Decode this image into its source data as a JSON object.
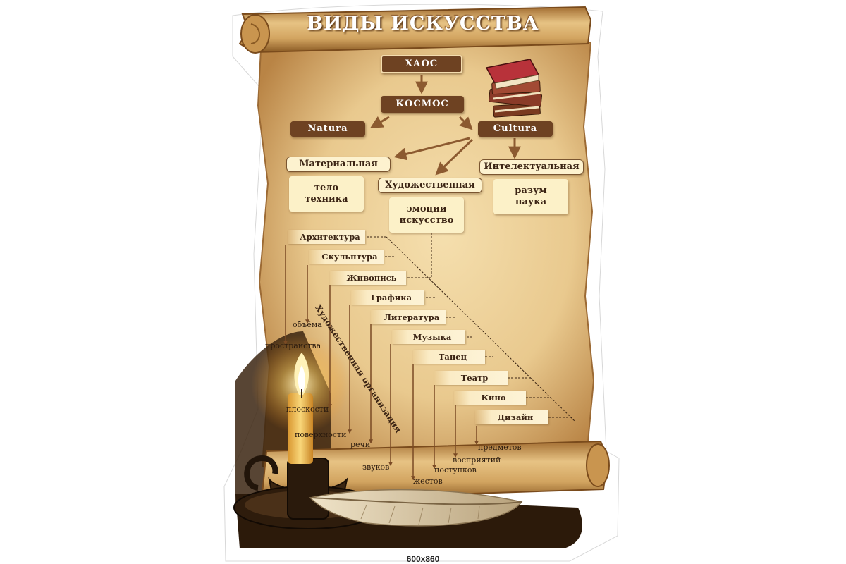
{
  "title": "ВИДЫ ИСКУССТВА",
  "footer": "600x860",
  "nodes": {
    "chaos": "ХАОС",
    "cosmos": "КОСМОС",
    "natura": "Natura",
    "cultura": "Cultura",
    "material": "Материальная",
    "artistic": "Художественная",
    "intellectual": "Интелектуальная"
  },
  "domains": {
    "material": [
      "тело",
      "техника"
    ],
    "artistic": [
      "эмоции",
      "искусство"
    ],
    "intellectual": [
      "разум",
      "наука"
    ]
  },
  "arts": [
    "Архитектура",
    "Скульптура",
    "Живопись",
    "Графика",
    "Литература",
    "Музыка",
    "Танец",
    "Театр",
    "Кино",
    "Дизайн"
  ],
  "features": [
    "пространства",
    "объёма",
    "плоскости",
    "поверхности",
    "речи",
    "звуков",
    "жестов",
    "поступков",
    "восприятий",
    "предметов"
  ],
  "diagonal_label": "Художественная организация",
  "icons": {
    "books": "books-icon",
    "candle": "candle-icon",
    "feather": "feather-icon"
  },
  "colors": {
    "accent_dark": "#6e4222",
    "parchment": "#e9cc93",
    "arrow": "#8c5a30"
  }
}
